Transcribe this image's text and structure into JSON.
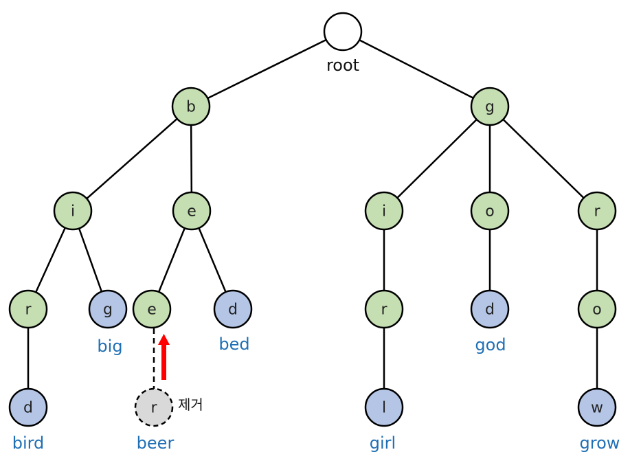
{
  "colors": {
    "internal_fill": "#c5dfb3",
    "leaf_fill": "#b4c5e6",
    "removed_fill": "#d9d9d9",
    "root_fill": "#ffffff",
    "edge": "#000000",
    "word_label": "#1f6fb4",
    "arrow": "#ff0000"
  },
  "trie": {
    "root_label": "root",
    "nodes": {
      "b": "b",
      "g": "g",
      "b_i": "i",
      "b_e": "e",
      "b_i_r": "r",
      "b_i_g": "g",
      "b_e_e": "e",
      "b_e_d": "d",
      "b_i_r_d": "d",
      "b_e_e_r": "r",
      "g_i": "i",
      "g_o": "o",
      "g_r": "r",
      "g_i_r": "r",
      "g_o_d": "d",
      "g_r_o": "o",
      "g_i_r_l": "l",
      "g_r_o_w": "w"
    },
    "words": {
      "big": "big",
      "bed": "bed",
      "bird": "bird",
      "beer": "beer",
      "god": "god",
      "girl": "girl",
      "grow": "grow"
    },
    "remove_label": "제거"
  }
}
